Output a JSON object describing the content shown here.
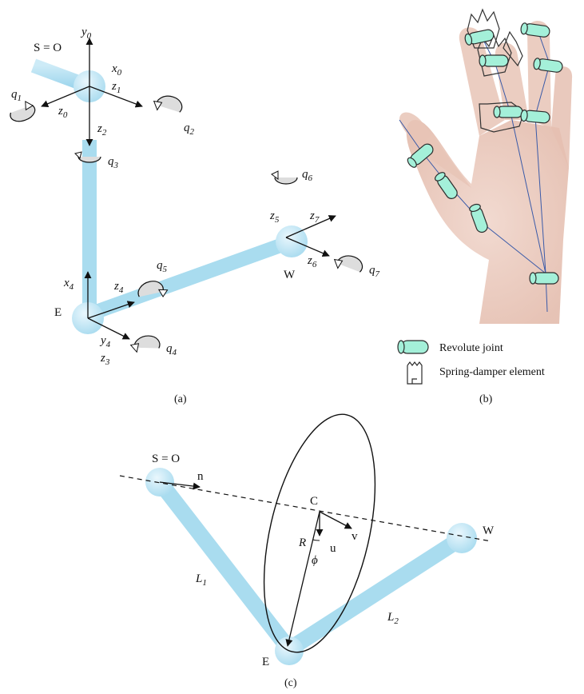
{
  "panel_a": {
    "caption": "(a)",
    "S_label": "S = O",
    "E_label": "E",
    "W_label": "W",
    "axes": {
      "y0": {
        "base": "y",
        "sub": "0"
      },
      "x0": {
        "base": "x",
        "sub": "0"
      },
      "z1": {
        "base": "z",
        "sub": "1"
      },
      "z0": {
        "base": "z",
        "sub": "0"
      },
      "z2": {
        "base": "z",
        "sub": "2"
      },
      "x4": {
        "base": "x",
        "sub": "4"
      },
      "z4": {
        "base": "z",
        "sub": "4"
      },
      "y4": {
        "base": "y",
        "sub": "4"
      },
      "z3": {
        "base": "z",
        "sub": "3"
      },
      "z5": {
        "base": "z",
        "sub": "5"
      },
      "z7": {
        "base": "z",
        "sub": "7"
      },
      "z6": {
        "base": "z",
        "sub": "6"
      }
    },
    "joints": {
      "q1": {
        "base": "q",
        "sub": "1"
      },
      "q2": {
        "base": "q",
        "sub": "2"
      },
      "q3": {
        "base": "q",
        "sub": "3"
      },
      "q4": {
        "base": "q",
        "sub": "4"
      },
      "q5": {
        "base": "q",
        "sub": "5"
      },
      "q6": {
        "base": "q",
        "sub": "6"
      },
      "q7": {
        "base": "q",
        "sub": "7"
      }
    }
  },
  "panel_b": {
    "caption": "(b)",
    "legend": {
      "revolute": "Revolute joint",
      "spring": "Spring-damper element"
    }
  },
  "panel_c": {
    "caption": "(c)",
    "S_label": "S = O",
    "E_label": "E",
    "W_label": "W",
    "C_label": "C",
    "n_label": "n",
    "v_label": "v",
    "u_label": "u",
    "R_label": "R",
    "phi_label": "ϕ",
    "L1": {
      "base": "L",
      "sub": "1"
    },
    "L2": {
      "base": "L",
      "sub": "2"
    }
  },
  "colors": {
    "limb": "#a9dcef",
    "joint": "#bfe6f7",
    "revolute_fill": "#9ff0da",
    "skin": "#e7c2b5"
  }
}
